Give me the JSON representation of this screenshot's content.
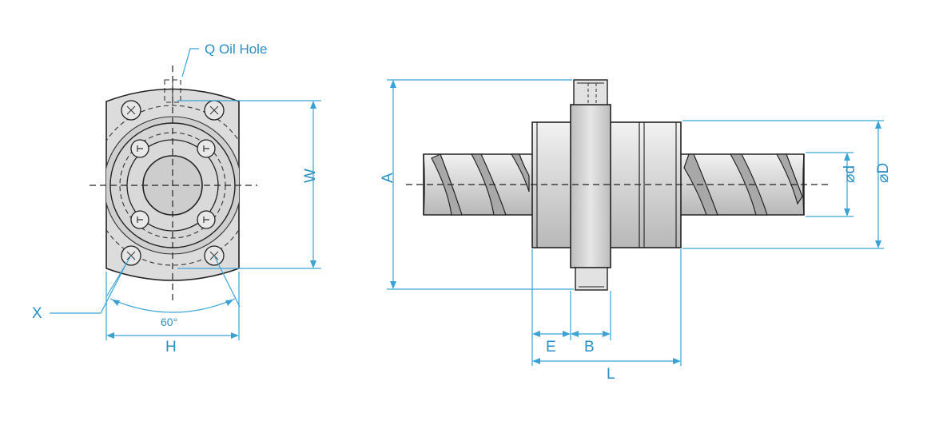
{
  "front_view": {
    "oil_hole_label": "Q  Oil Hole",
    "width_label": "W",
    "height_label": "H",
    "angle_label": "60°",
    "hole_label": "X"
  },
  "side_view": {
    "overall_label": "A",
    "small_dia_label": "⌀d",
    "large_dia_label": "⌀D",
    "flange_offset_label": "E",
    "flange_width_label": "B",
    "length_label": "L"
  },
  "colors": {
    "dimension": "#3aa3d6",
    "body_fill": "#d9d9d9",
    "outline": "#222222"
  }
}
